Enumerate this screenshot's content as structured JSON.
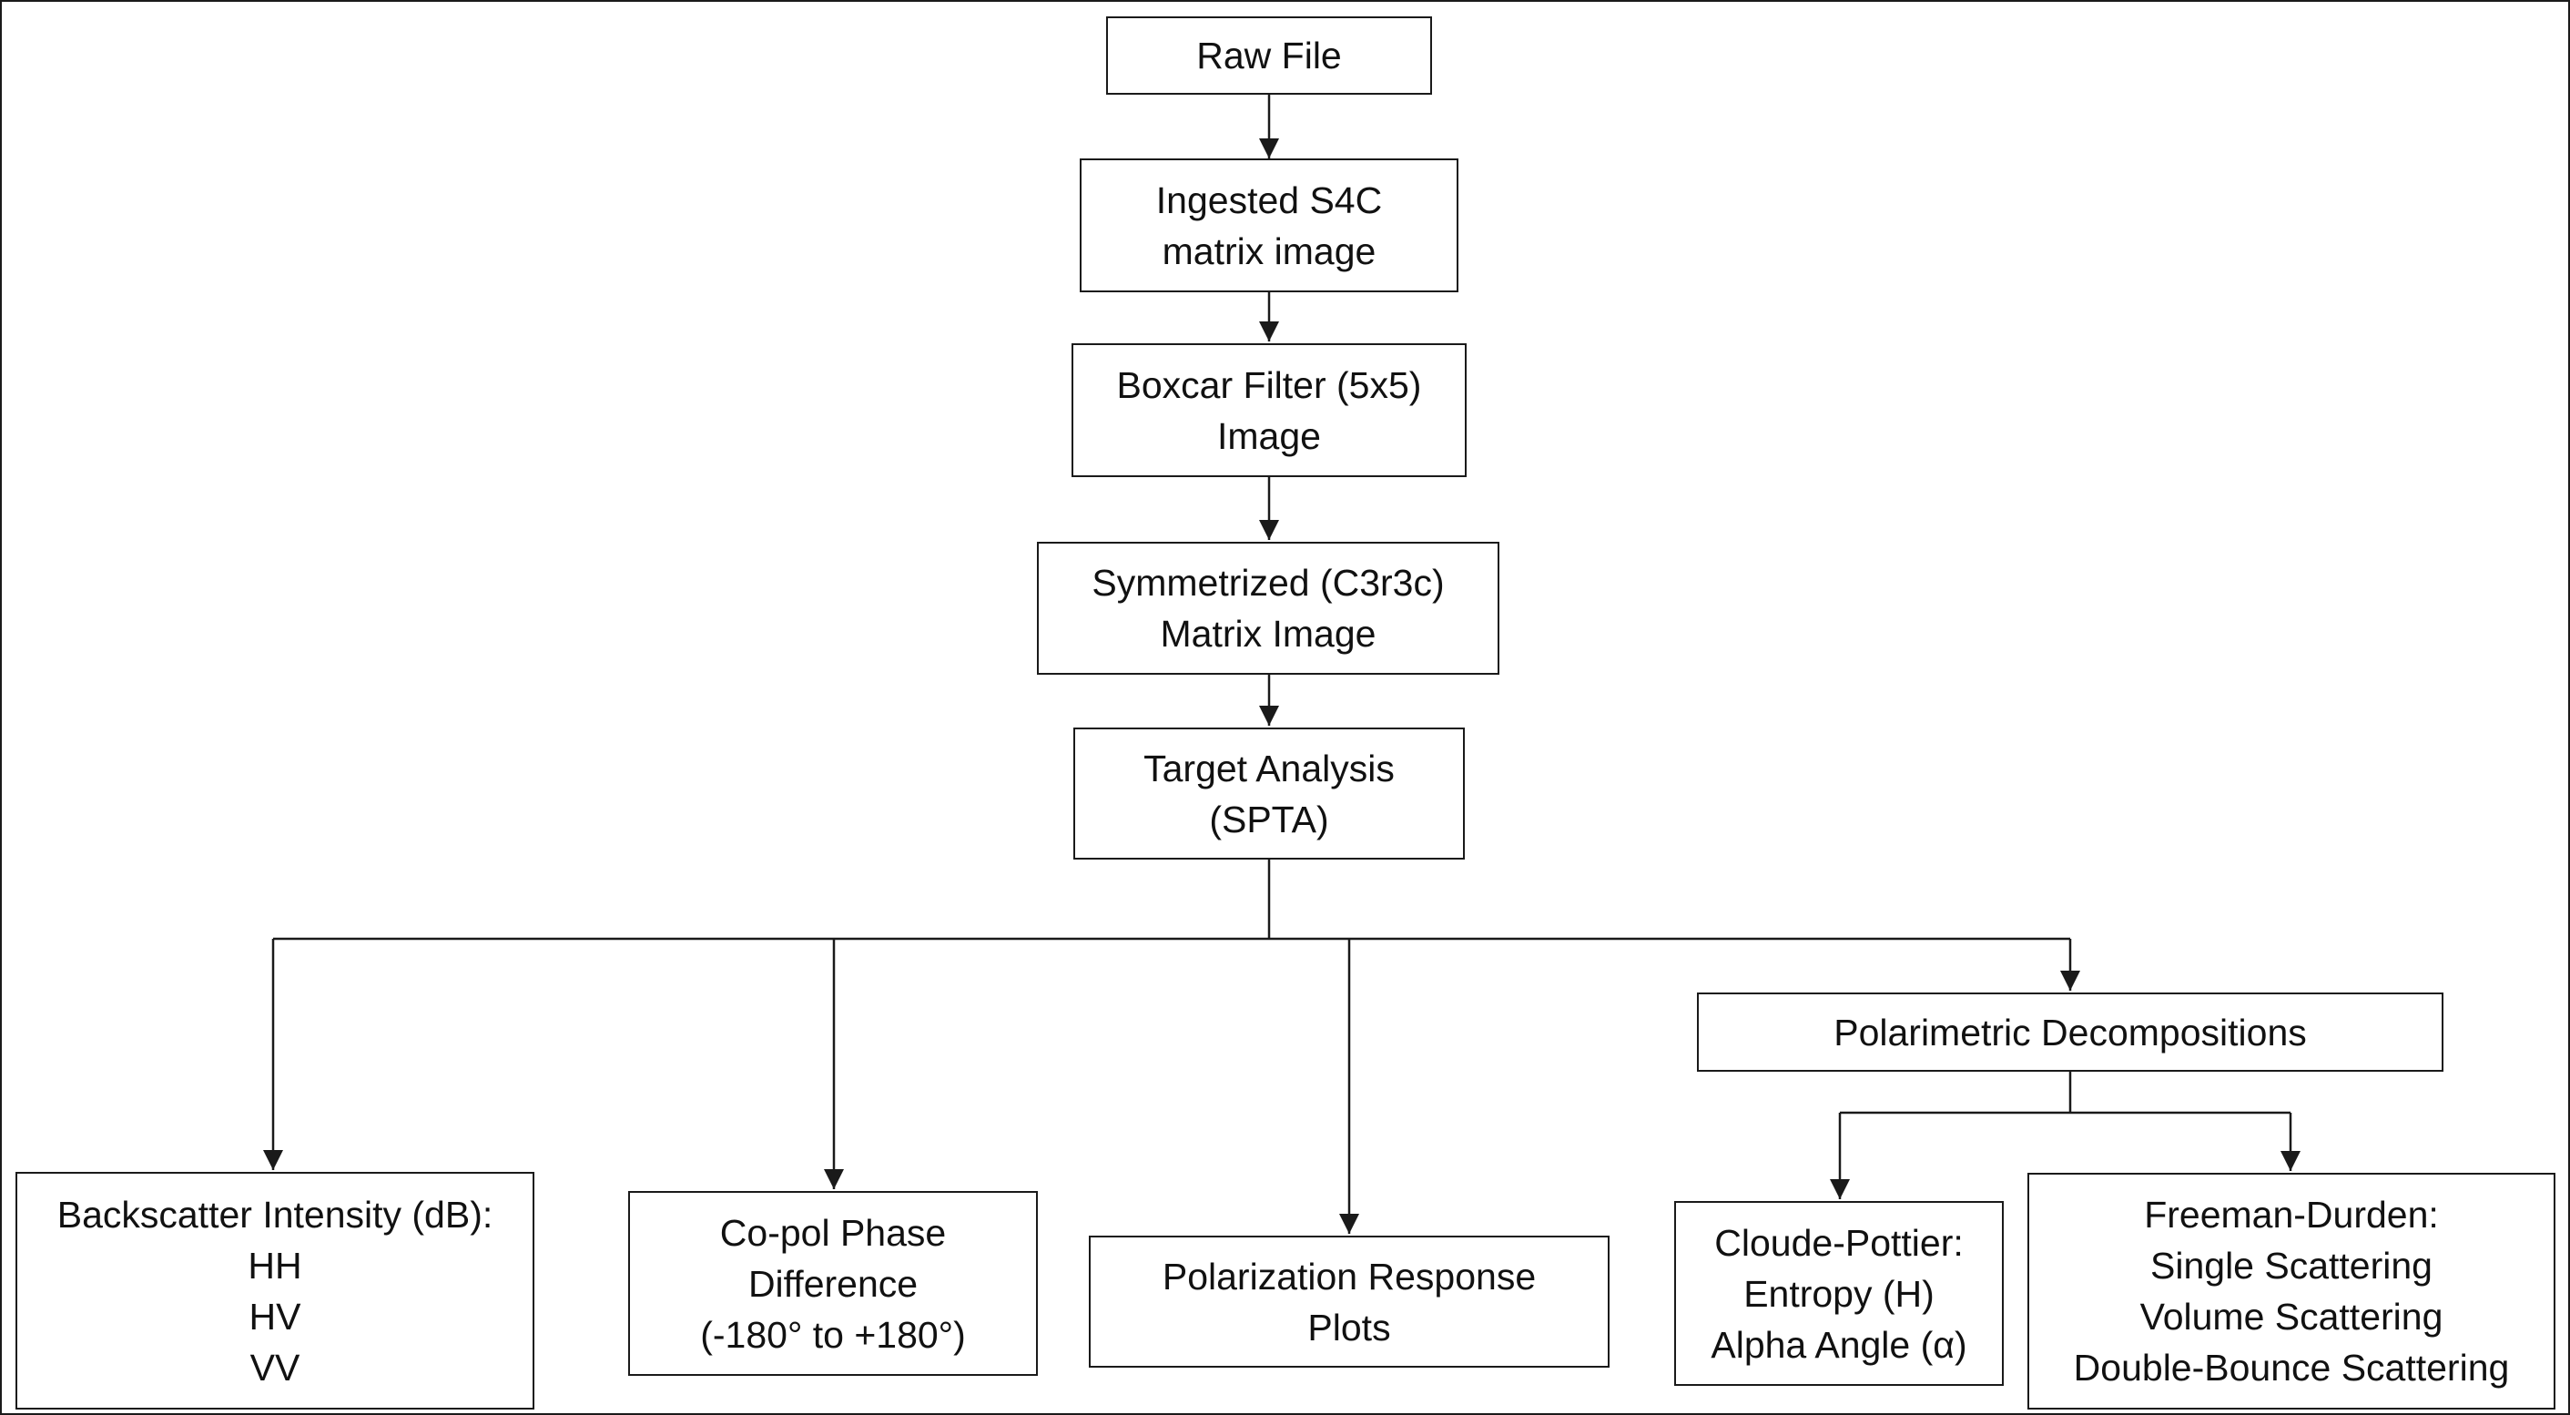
{
  "diagram": {
    "title": "",
    "nodes": {
      "raw_file": {
        "lines": [
          "Raw File"
        ]
      },
      "ingested": {
        "lines": [
          "Ingested S4C",
          "matrix image"
        ]
      },
      "boxcar": {
        "lines": [
          "Boxcar Filter (5x5)",
          "Image"
        ]
      },
      "symmetrized": {
        "lines": [
          "Symmetrized (C3r3c)",
          "Matrix Image"
        ]
      },
      "target": {
        "lines": [
          "Target Analysis",
          "(SPTA)"
        ]
      },
      "backscatter": {
        "lines": [
          "Backscatter Intensity (dB):",
          "HH",
          "HV",
          "VV"
        ]
      },
      "copol": {
        "lines": [
          "Co-pol Phase",
          "Difference",
          "(-180° to +180°)"
        ]
      },
      "polresp": {
        "lines": [
          "Polarization Response",
          "Plots"
        ]
      },
      "decomp": {
        "lines": [
          "Polarimetric Decompositions"
        ]
      },
      "cloude": {
        "lines": [
          "Cloude-Pottier:",
          "Entropy (H)",
          "Alpha Angle (α)"
        ]
      },
      "freeman": {
        "lines": [
          "Freeman-Durden:",
          "Single Scattering",
          "Volume Scattering",
          "Double-Bounce Scattering"
        ]
      }
    },
    "edges": [
      {
        "from": "raw_file",
        "to": "ingested"
      },
      {
        "from": "ingested",
        "to": "boxcar"
      },
      {
        "from": "boxcar",
        "to": "symmetrized"
      },
      {
        "from": "symmetrized",
        "to": "target"
      },
      {
        "from": "target",
        "to": "backscatter"
      },
      {
        "from": "target",
        "to": "copol"
      },
      {
        "from": "target",
        "to": "polresp"
      },
      {
        "from": "target",
        "to": "decomp"
      },
      {
        "from": "decomp",
        "to": "cloude"
      },
      {
        "from": "decomp",
        "to": "freeman"
      }
    ]
  }
}
